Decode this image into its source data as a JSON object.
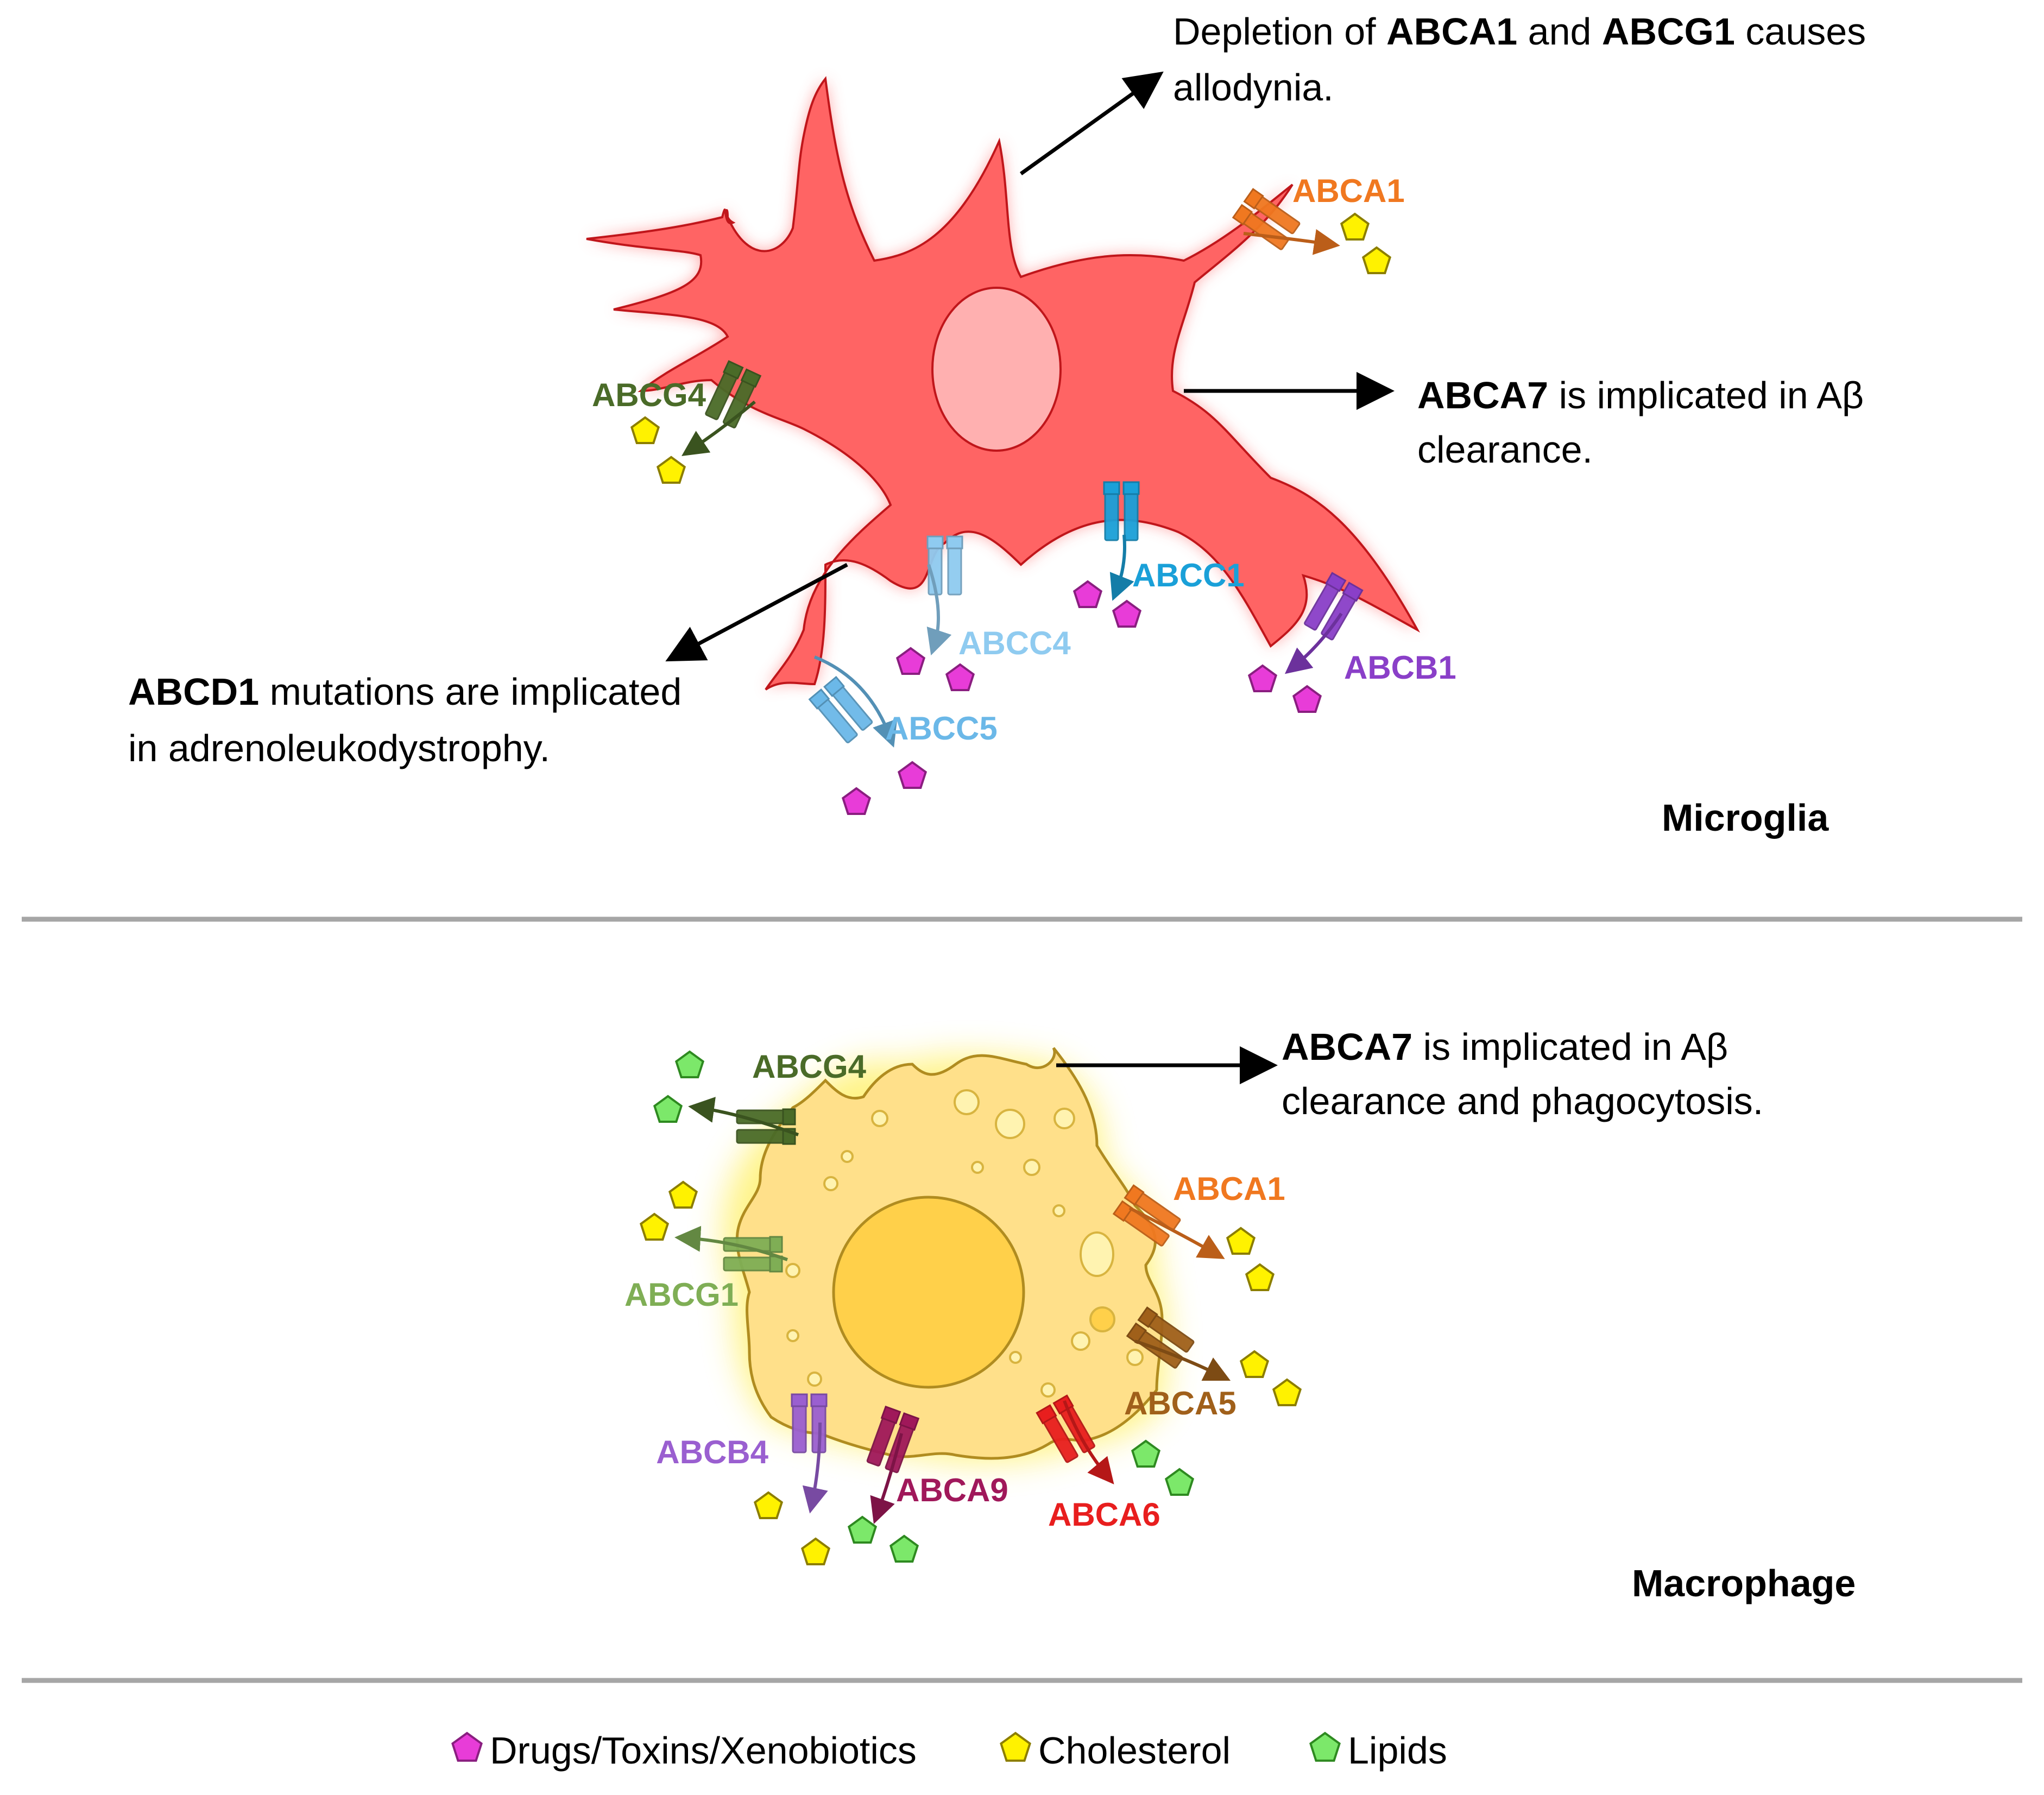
{
  "panels": {
    "microglia": {
      "title": "Microglia",
      "notes": {
        "allodynia": {
          "line1": [
            {
              "text": "Depletion of ",
              "bold": false
            },
            {
              "text": "ABCA1",
              "bold": true
            },
            {
              "text": " and ",
              "bold": false
            },
            {
              "text": "ABCG1",
              "bold": true
            },
            {
              "text": " causes",
              "bold": false
            }
          ],
          "line2": [
            {
              "text": "allodynia.",
              "bold": false
            }
          ]
        },
        "abca7": {
          "line1": [
            {
              "text": "ABCA7",
              "bold": true
            },
            {
              "text": " is implicated in Aβ",
              "bold": false
            }
          ],
          "line2": [
            {
              "text": "clearance.",
              "bold": false
            }
          ]
        },
        "abcd1": {
          "line1": [
            {
              "text": "ABCD1",
              "bold": true
            },
            {
              "text": " mutations are implicated",
              "bold": false
            }
          ],
          "line2": [
            {
              "text": "in adrenoleukodystrophy.",
              "bold": false
            }
          ]
        }
      },
      "transporters": [
        {
          "label": "ABCA1",
          "color": "#F07820",
          "cargo": "cholesterol"
        },
        {
          "label": "ABCG4",
          "color": "#4A6B28",
          "cargo": "cholesterol"
        },
        {
          "label": "ABCC1",
          "color": "#1AA0D8",
          "cargo": "drugs"
        },
        {
          "label": "ABCC4",
          "color": "#8FCBF0",
          "cargo": "drugs"
        },
        {
          "label": "ABCC5",
          "color": "#6BB8E8",
          "cargo": "drugs"
        },
        {
          "label": "ABCB1",
          "color": "#8A3FC8",
          "cargo": "drugs"
        }
      ]
    },
    "macrophage": {
      "title": "Macrophage",
      "notes": {
        "abca7": {
          "line1": [
            {
              "text": "ABCA7",
              "bold": true
            },
            {
              "text": " is implicated in Aβ",
              "bold": false
            }
          ],
          "line2": [
            {
              "text": "clearance and phagocytosis.",
              "bold": false
            }
          ]
        }
      },
      "transporters": [
        {
          "label": "ABCG4",
          "color": "#4A6B28",
          "cargo": "lipids"
        },
        {
          "label": "ABCG1",
          "color": "#7FAE55",
          "cargo": "cholesterol"
        },
        {
          "label": "ABCA1",
          "color": "#F07820",
          "cargo": "cholesterol"
        },
        {
          "label": "ABCA5",
          "color": "#A0601A",
          "cargo": "cholesterol"
        },
        {
          "label": "ABCB4",
          "color": "#9A5FD0",
          "cargo": "cholesterol"
        },
        {
          "label": "ABCA9",
          "color": "#A0185A",
          "cargo": "lipids"
        },
        {
          "label": "ABCA6",
          "color": "#E81E1E",
          "cargo": "lipids"
        }
      ]
    }
  },
  "legend": [
    {
      "label": "Drugs/Toxins/Xenobiotics",
      "color": "#E83CD8"
    },
    {
      "label": "Cholesterol",
      "color": "#FFF200"
    },
    {
      "label": "Lipids",
      "color": "#7CE86A"
    }
  ],
  "colors": {
    "microglia_fill": "#FF6464",
    "microglia_glow": "#FF9C9C",
    "macrophage_fill": "#FFE08A",
    "macrophage_glow": "#FFF27A",
    "divider": "#A6A6A6",
    "arrow": "#000000"
  }
}
